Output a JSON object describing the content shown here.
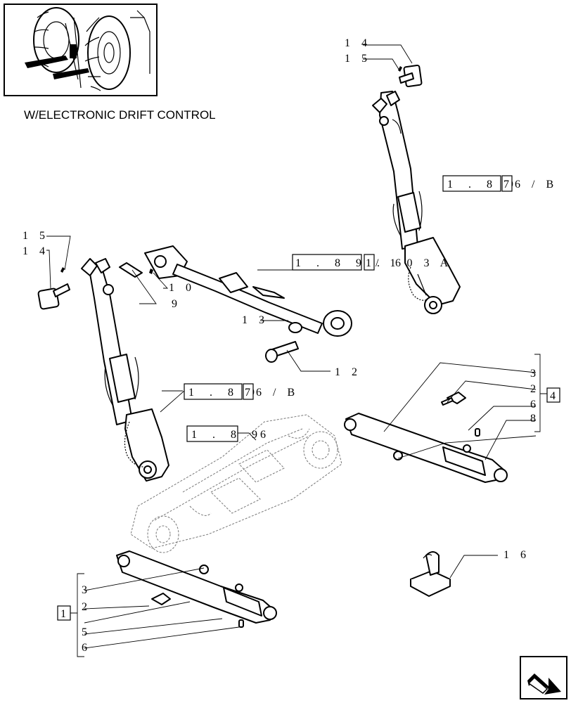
{
  "title": "W/ELECTRONIC DRIFT CONTROL",
  "refs": {
    "top_right": {
      "boxed": [
        "1 . 8 9",
        "7"
      ],
      "tail": "6 / B"
    },
    "middle_link": {
      "boxed": [
        "1 . 8 9 . 6",
        "1"
      ],
      "tail": "/ 1 0 3 A"
    },
    "left_lift": {
      "boxed": [
        "1 . 8 9",
        "7"
      ],
      "tail": "6 / B"
    },
    "housing": {
      "boxed": [
        "1 . 8 9"
      ],
      "tail": "6"
    }
  },
  "labels": {
    "tr_14": "1 4",
    "tr_15": "1 5",
    "l_15": "1 5",
    "l_14": "1 4",
    "p10": "1 0",
    "p9": "9",
    "p13": "1 3",
    "p12": "1 2",
    "r_3": "3",
    "r_2": "2",
    "r_6": "6",
    "r_8": "8",
    "r_group": "4",
    "p16": "1 6",
    "b_3": "3",
    "b_2": "2",
    "b_5": "5",
    "b_6": "6",
    "b_group": "1"
  },
  "icons": {
    "thumbnail": "tractor-thumbnail",
    "nav": "next-page-arrow-icon"
  }
}
